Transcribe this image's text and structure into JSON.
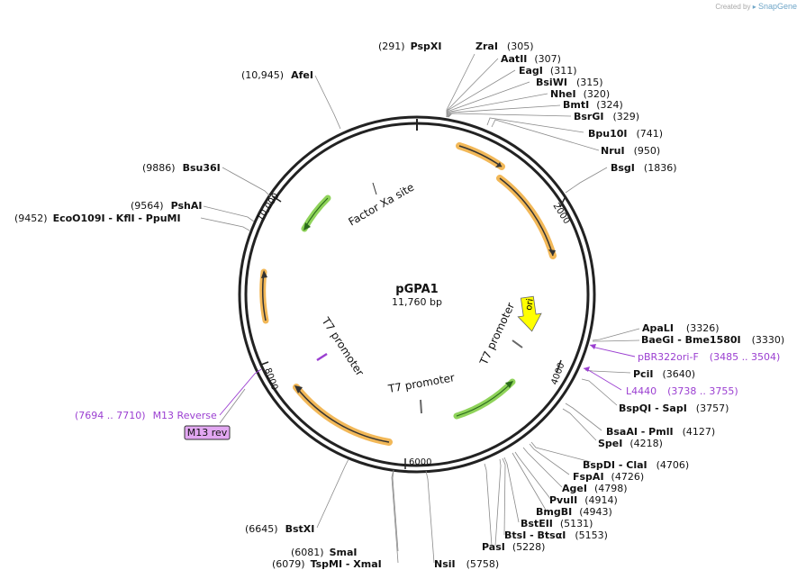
{
  "credit": {
    "prefix": "Created by",
    "brand": "SnapGene"
  },
  "plasmid": {
    "name": "pGPA1",
    "length_label": "11,760 bp",
    "length_bp": 11760
  },
  "tick_labels": [
    {
      "bp": 2000,
      "label": "2000"
    },
    {
      "bp": 4000,
      "label": "4000"
    },
    {
      "bp": 6000,
      "label": "6000"
    },
    {
      "bp": 8000,
      "label": "8000"
    },
    {
      "bp": 10000,
      "label": "10,000"
    }
  ],
  "enzymes": [
    {
      "name": "PspXI",
      "pos": "(291)",
      "bp": 291,
      "side": "left"
    },
    {
      "name": "ZraI",
      "pos": "(305)",
      "bp": 305,
      "side": "right"
    },
    {
      "name": "AatII",
      "pos": "(307)",
      "bp": 307,
      "side": "right"
    },
    {
      "name": "EagI",
      "pos": "(311)",
      "bp": 311,
      "side": "right"
    },
    {
      "name": "BsiWI",
      "pos": "(315)",
      "bp": 315,
      "side": "right"
    },
    {
      "name": "NheI",
      "pos": "(320)",
      "bp": 320,
      "side": "right"
    },
    {
      "name": "BmtI",
      "pos": "(324)",
      "bp": 324,
      "side": "right"
    },
    {
      "name": "BsrGI",
      "pos": "(329)",
      "bp": 329,
      "side": "right"
    },
    {
      "name": "Bpu10I",
      "pos": "(741)",
      "bp": 741,
      "side": "right"
    },
    {
      "name": "NruI",
      "pos": "(950)",
      "bp": 950,
      "side": "right"
    },
    {
      "name": "BsgI",
      "pos": "(1836)",
      "bp": 1836,
      "side": "right"
    },
    {
      "name": "ApaLI",
      "pos": "(3326)",
      "bp": 3326,
      "side": "right"
    },
    {
      "name": "BaeGI - Bme1580I",
      "pos": "(3330)",
      "bp": 3330,
      "side": "right"
    },
    {
      "name": "PciI",
      "pos": "(3640)",
      "bp": 3640,
      "side": "right"
    },
    {
      "name": "BspQI - SapI",
      "pos": "(3757)",
      "bp": 3757,
      "side": "right"
    },
    {
      "name": "BsaAI - PmlI",
      "pos": "(4127)",
      "bp": 4127,
      "side": "right"
    },
    {
      "name": "SpeI",
      "pos": "(4218)",
      "bp": 4218,
      "side": "right"
    },
    {
      "name": "BspDI - ClaI",
      "pos": "(4706)",
      "bp": 4706,
      "side": "right"
    },
    {
      "name": "FspAI",
      "pos": "(4726)",
      "bp": 4726,
      "side": "right"
    },
    {
      "name": "AgeI",
      "pos": "(4798)",
      "bp": 4798,
      "side": "right"
    },
    {
      "name": "PvuII",
      "pos": "(4914)",
      "bp": 4914,
      "side": "right"
    },
    {
      "name": "BmgBI",
      "pos": "(4943)",
      "bp": 4943,
      "side": "right"
    },
    {
      "name": "BstEII",
      "pos": "(5131)",
      "bp": 5131,
      "side": "right"
    },
    {
      "name": "BtsI - BtsαI",
      "pos": "(5153)",
      "bp": 5153,
      "side": "right"
    },
    {
      "name": "PasI",
      "pos": "(5228)",
      "bp": 5228,
      "side": "right"
    },
    {
      "name": "NsiI",
      "pos": "(5758)",
      "bp": 5758,
      "side": "right"
    },
    {
      "name": "TspMI - XmaI",
      "pos": "(6079)",
      "bp": 6079,
      "side": "left"
    },
    {
      "name": "SmaI",
      "pos": "(6081)",
      "bp": 6081,
      "side": "left"
    },
    {
      "name": "BstXI",
      "pos": "(6645)",
      "bp": 6645,
      "side": "left"
    },
    {
      "name": "EcoO109I - KflI - PpuMI",
      "pos": "(9452)",
      "bp": 9452,
      "side": "left"
    },
    {
      "name": "PshAI",
      "pos": "(9564)",
      "bp": 9564,
      "side": "left"
    },
    {
      "name": "Bsu36I",
      "pos": "(9886)",
      "bp": 9886,
      "side": "left"
    },
    {
      "name": "AfeI",
      "pos": "(10,945)",
      "bp": 10945,
      "side": "left"
    }
  ],
  "primers": [
    {
      "name": "pBR322ori-F",
      "range": "(3485 .. 3504)",
      "bp": 3494
    },
    {
      "name": "L4440",
      "range": "(3738 .. 3755)",
      "bp": 3746
    },
    {
      "name": "M13 Reverse",
      "range": "(7694 .. 7710)",
      "bp": 7702,
      "badge": "M13 rev"
    }
  ],
  "features": [
    {
      "label": "Factor Xa site"
    },
    {
      "label": "T7 promoter"
    },
    {
      "label": "T7 promoter"
    },
    {
      "label": "T7 promoter"
    },
    {
      "label": "ori"
    }
  ],
  "colors": {
    "backbone": "#222222",
    "orange_feature": "#f2b858",
    "green_feature": "#8fd35a",
    "ori_feature": "#ffff00",
    "primer": "#9b3fd1",
    "primer_badge_fill": "#e2a7f2"
  }
}
